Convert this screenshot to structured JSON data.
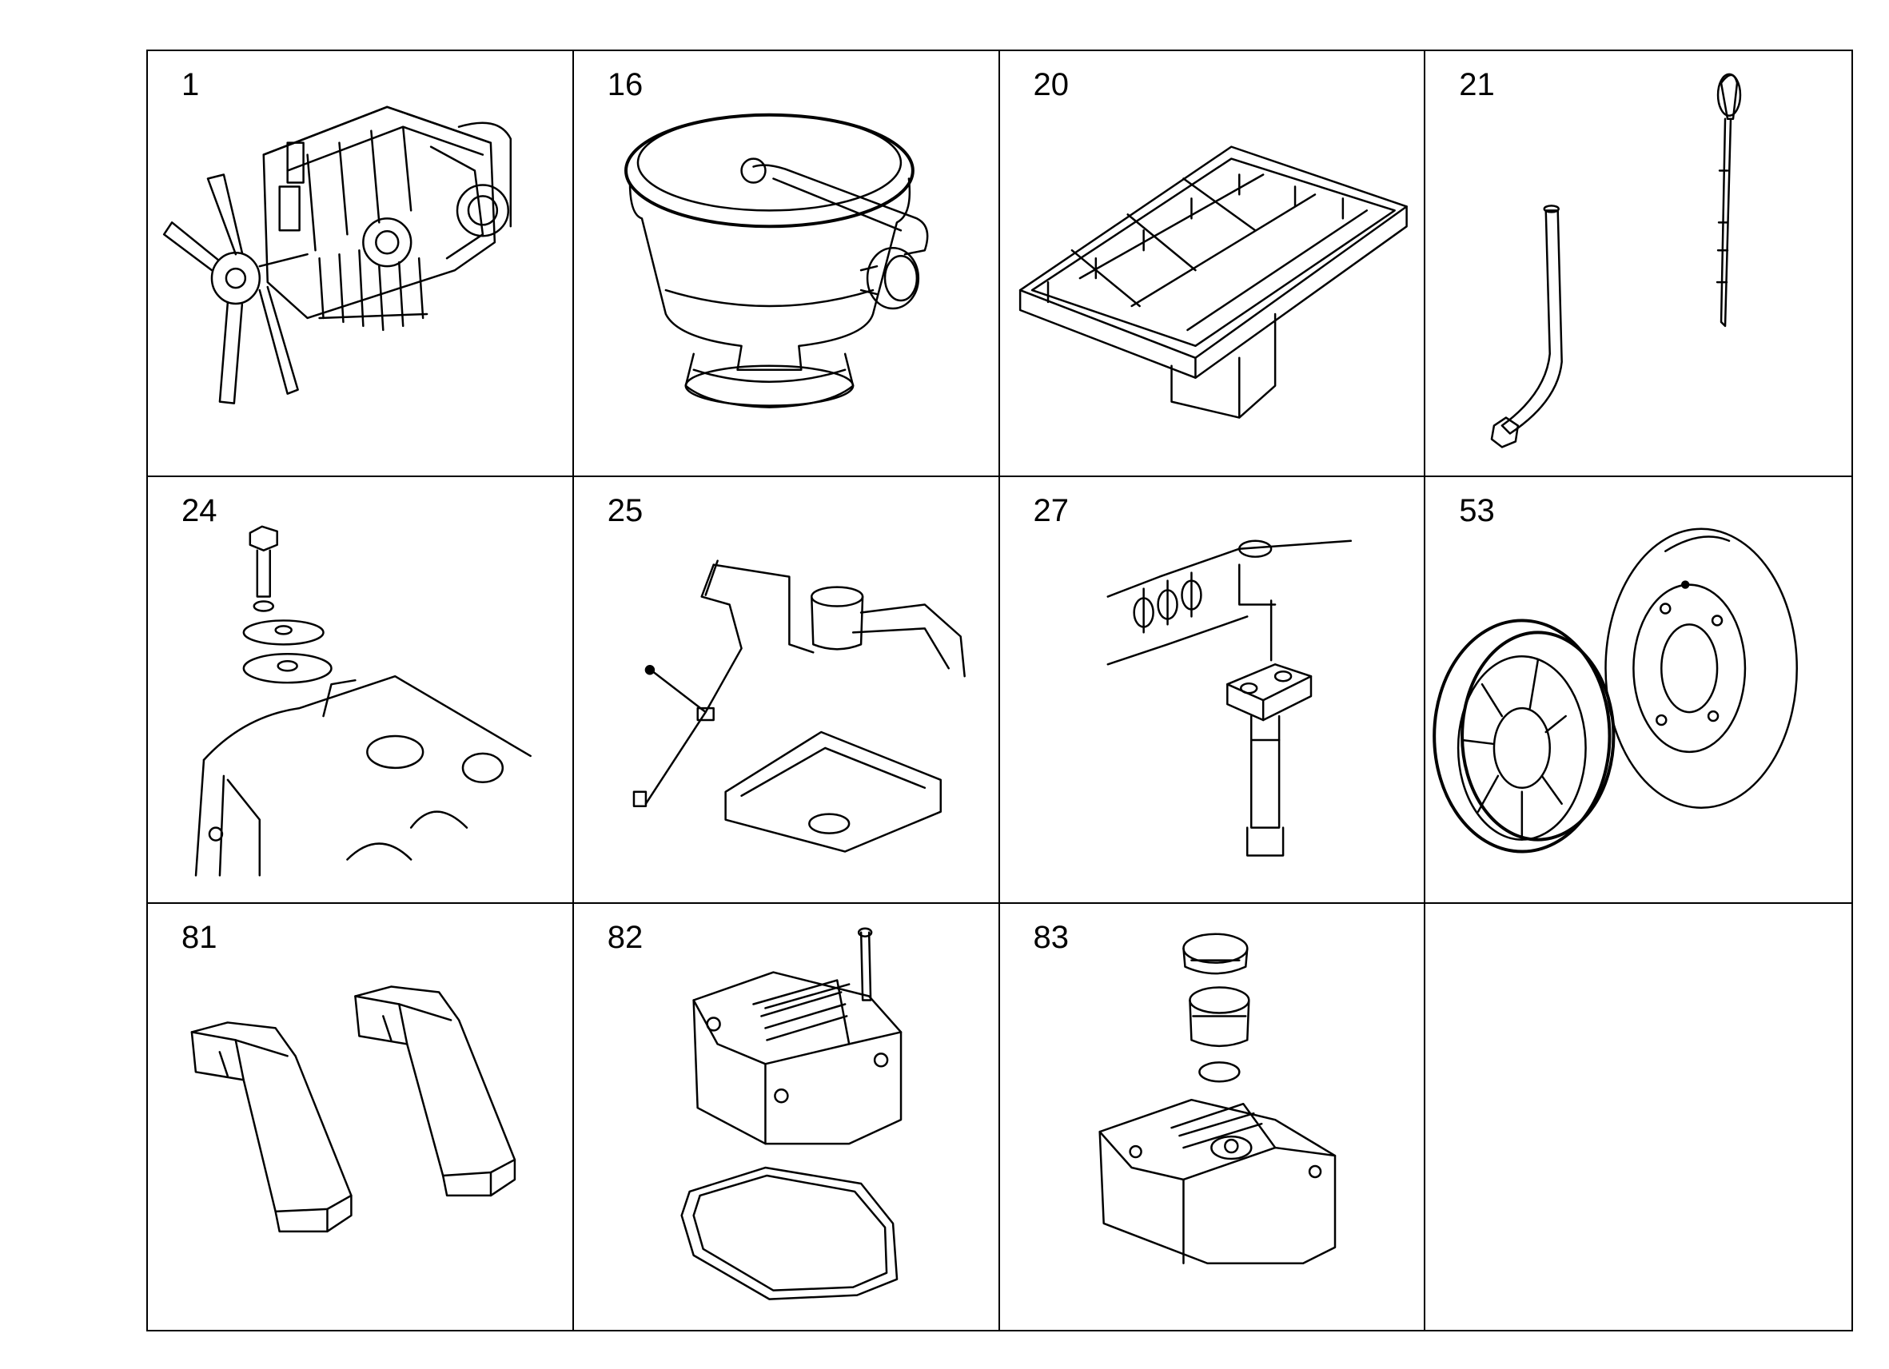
{
  "diagram": {
    "cells": [
      {
        "number": "1",
        "icon": "engine-assembly-icon"
      },
      {
        "number": "16",
        "icon": "oil-separator-icon"
      },
      {
        "number": "20",
        "icon": "oil-pan-frame-icon"
      },
      {
        "number": "21",
        "icon": "dipstick-and-guide-tube-icon"
      },
      {
        "number": "24",
        "icon": "cover-plate-with-bolt-icon"
      },
      {
        "number": "25",
        "icon": "breather-line-icon"
      },
      {
        "number": "27",
        "icon": "bracket-with-bolt-icon"
      },
      {
        "number": "53",
        "icon": "vibration-damper-pulley-icon"
      },
      {
        "number": "81",
        "icon": "engine-mount-brackets-icon"
      },
      {
        "number": "82",
        "icon": "valve-cover-with-gasket-icon"
      },
      {
        "number": "83",
        "icon": "valve-cover-with-filler-cap-icon"
      },
      {
        "number": "",
        "icon": ""
      }
    ]
  }
}
